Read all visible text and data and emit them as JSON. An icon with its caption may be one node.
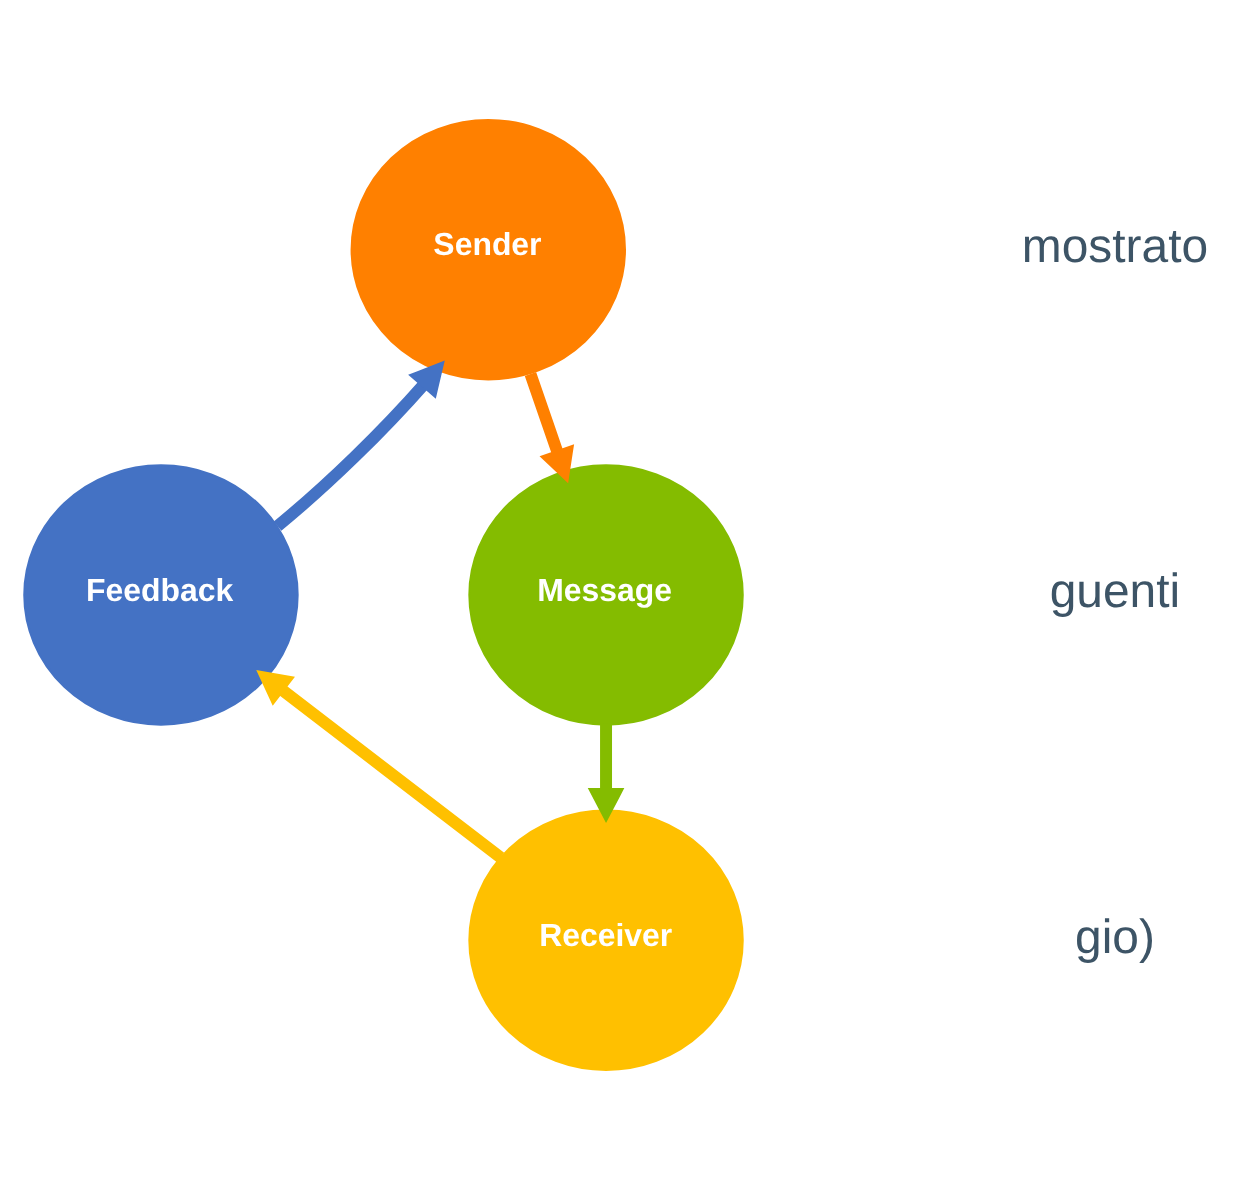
{
  "diagram": {
    "nodes": [
      {
        "text": [
          "Sender"
        ]
      },
      {
        "text": [
          "Message"
        ]
      },
      {
        "text": [
          "Receiver"
        ]
      },
      {
        "text": [
          "Feedback"
        ]
      }
    ],
    "edges": [
      {
        "from": 0,
        "to": 1,
        "arrow": "to",
        "color": "#ff8000"
      },
      {
        "from": 1,
        "to": 2,
        "arrow": "to",
        "color": "#84bc00"
      },
      {
        "from": 2,
        "to": 3,
        "arrow": "to",
        "color": "#ffc000"
      },
      {
        "from": 3,
        "to": 0,
        "arrow": "to",
        "color": "#4472c4"
      }
    ],
    "labels": [
      "mostrato",
      "guenti",
      "gio)"
    ]
  }
}
